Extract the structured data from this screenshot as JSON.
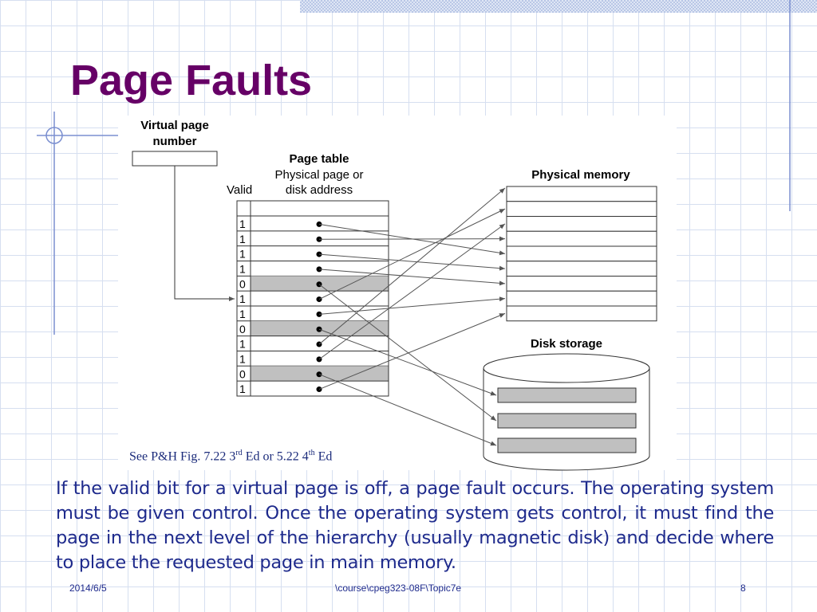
{
  "slide": {
    "title": "Page Faults",
    "body": "If the valid bit for a virtual page is off, a page fault occurs. The operating system must be given control. Once the operating system gets control, it must find the page in the next level of the hierarchy (usually magnetic disk) and decide where to place the requested page in main memory."
  },
  "figure": {
    "virtual_page_label_1": "Virtual page",
    "virtual_page_label_2": "number",
    "page_table_label": "Page table",
    "physical_page_label": "Physical page or",
    "disk_address_label": "disk address",
    "valid_label": "Valid",
    "physical_memory_label": "Physical memory",
    "disk_storage_label": "Disk storage",
    "valid_bits": [
      "1",
      "1",
      "1",
      "1",
      "0",
      "1",
      "1",
      "0",
      "1",
      "1",
      "0",
      "1"
    ],
    "caption": {
      "prefix": "See P&H Fig. 7.22 3",
      "sup1": "rd",
      "middle": " Ed or 5.22 4",
      "sup2": "th",
      "suffix": " Ed"
    }
  },
  "footer": {
    "date": "2014/6/5",
    "path": "\\course\\cpeg323-08F\\Topic7e",
    "page": "8"
  },
  "colors": {
    "title": "#660066",
    "body_text": "#1e2a8c",
    "grid": "#d6dff0",
    "invalid_row": "#c0c0c0"
  }
}
